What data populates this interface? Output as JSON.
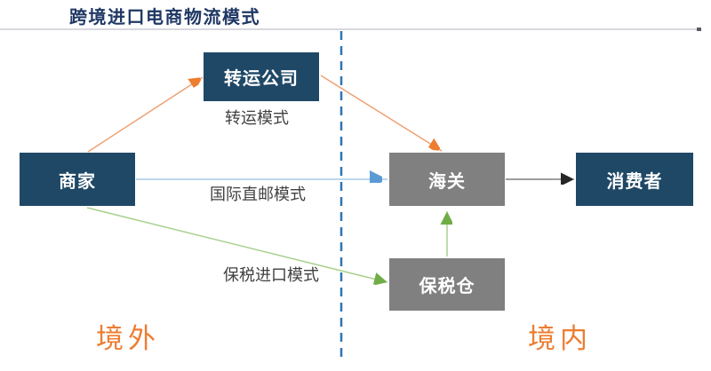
{
  "title": "跨境进口电商物流模式",
  "nodes": {
    "merchant": {
      "label": "商家"
    },
    "transfer_company": {
      "label": "转运公司"
    },
    "customs": {
      "label": "海关"
    },
    "bonded_warehouse": {
      "label": "保税仓"
    },
    "consumer": {
      "label": "消费者"
    }
  },
  "edge_labels": {
    "transfer_mode": "转运模式",
    "direct_mail_mode": "国际直邮模式",
    "bonded_import_mode": "保税进口模式"
  },
  "edges": [
    {
      "from": "商家",
      "to": "转运公司",
      "color": "orange",
      "label": "转运模式"
    },
    {
      "from": "转运公司",
      "to": "海关",
      "color": "orange",
      "label": ""
    },
    {
      "from": "商家",
      "to": "海关",
      "color": "blue",
      "label": "国际直邮模式"
    },
    {
      "from": "商家",
      "to": "保税仓",
      "color": "green",
      "label": "保税进口模式"
    },
    {
      "from": "保税仓",
      "to": "海关",
      "color": "green",
      "label": ""
    },
    {
      "from": "海关",
      "to": "消费者",
      "color": "black",
      "label": ""
    }
  ],
  "regions": {
    "outside": "境外",
    "inside": "境内"
  },
  "colors": {
    "node_blue": "#1F4866",
    "node_gray": "#808080",
    "title_navy": "#1F3864",
    "region_orange": "#ED7D31",
    "line_orange": "#EDA173",
    "arrow_orange": "#ED7D31",
    "line_blue": "#BDD7EE",
    "arrow_blue": "#5B9BD5",
    "line_green": "#A9D18E",
    "arrow_green": "#70AD47",
    "line_gray": "#7F7F7F",
    "arrow_black": "#262626",
    "divider_blue": "#2E75B6",
    "rule_gray": "#D8D8DE"
  }
}
